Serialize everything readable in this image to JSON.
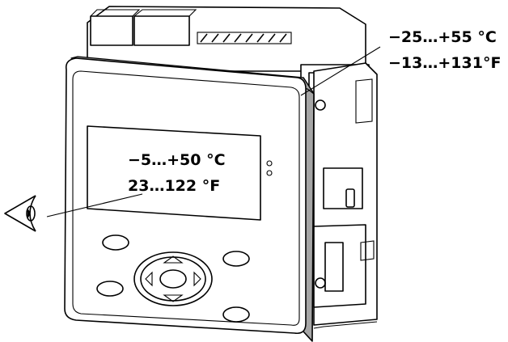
{
  "labels": {
    "ambient_celsius": "−25…+55 °C",
    "ambient_fahrenheit": "−13…+131°F",
    "display_celsius": "−5…+50 °C",
    "display_fahrenheit": "23…122 °F"
  },
  "colors": {
    "line": "#000000",
    "bezel_gray": "#a6a6a6",
    "background": "#ffffff"
  },
  "icons": {
    "viewer": "eye-icon"
  }
}
